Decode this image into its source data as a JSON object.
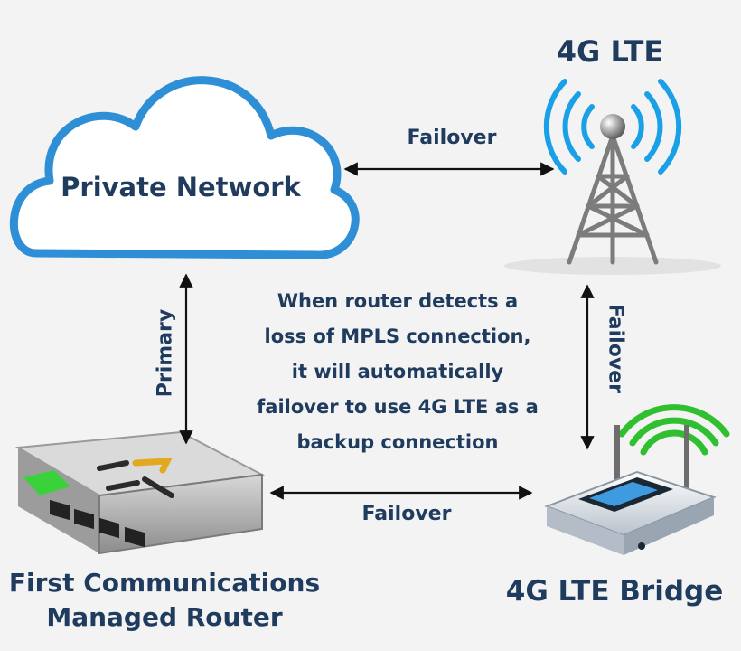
{
  "nodes": {
    "cloud": {
      "label": "Private Network"
    },
    "tower": {
      "label": "4G LTE"
    },
    "router": {
      "label_line1": "First Communications",
      "label_line2": "Managed Router"
    },
    "bridge": {
      "label": "4G LTE Bridge"
    }
  },
  "links": {
    "cloud_tower": "Failover",
    "tower_bridge": "Failover",
    "router_bridge": "Failover",
    "cloud_router": "Primary"
  },
  "explanation": {
    "lines": [
      "When router detects a",
      "loss of MPLS connection,",
      "it will automatically",
      "failover to use 4G LTE as a",
      "backup connection"
    ]
  },
  "colors": {
    "background": "#f3f3f4",
    "label_dark": "#1f3b5e",
    "label_blue": "#2a64b8",
    "cloud_stroke": "#2f8fd6",
    "signal_blue": "#1aa0e6",
    "signal_green": "#2fbf2f"
  }
}
